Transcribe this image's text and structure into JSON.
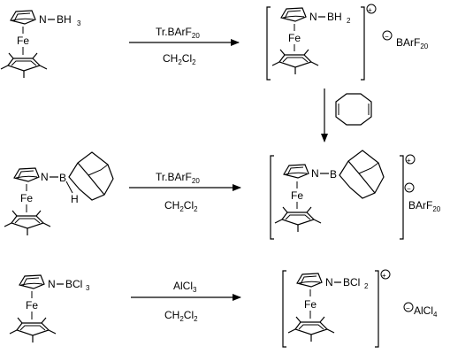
{
  "title": "",
  "reactions": [
    {
      "reactant": {
        "boron_group": "BH",
        "boron_sub": "3",
        "metal": "Fe"
      },
      "reagent": {
        "main": "Tr.BArF",
        "sub": "20"
      },
      "solvent": {
        "main": "CH",
        "sub": "2",
        "tail": "Cl",
        "sub2": "2"
      },
      "product": {
        "boron_group": "BH",
        "boron_sub": "2",
        "metal": "Fe",
        "charge": "+",
        "anion": "BArF",
        "anion_sub": "20",
        "anion_charge": "−"
      }
    },
    {
      "reactant": {
        "boron_label": "B",
        "h_label": "H",
        "metal": "Fe"
      },
      "reagent": {
        "main": "Tr.BArF",
        "sub": "20"
      },
      "solvent": {
        "main": "CH",
        "sub": "2",
        "tail": "Cl",
        "sub2": "2"
      },
      "product": {
        "boron_label": "B",
        "metal": "Fe",
        "charge": "+",
        "anion": "BArF",
        "anion_sub": "20",
        "anion_charge": "−"
      }
    },
    {
      "reactant": {
        "boron_group": "BCl",
        "boron_sub": "3",
        "metal": "Fe"
      },
      "reagent": {
        "main": "AlCl",
        "sub": "3"
      },
      "solvent": {
        "main": "CH",
        "sub": "2",
        "tail": "Cl",
        "sub2": "2"
      },
      "product": {
        "boron_group": "BCl",
        "boron_sub": "2",
        "metal": "Fe",
        "charge": "+",
        "anion": "AlCl",
        "anion_sub": "4",
        "anion_charge": "−"
      }
    }
  ],
  "cod_arrow": {
    "reagent_name": ""
  },
  "atoms": {
    "N": "N",
    "dash": "−"
  }
}
